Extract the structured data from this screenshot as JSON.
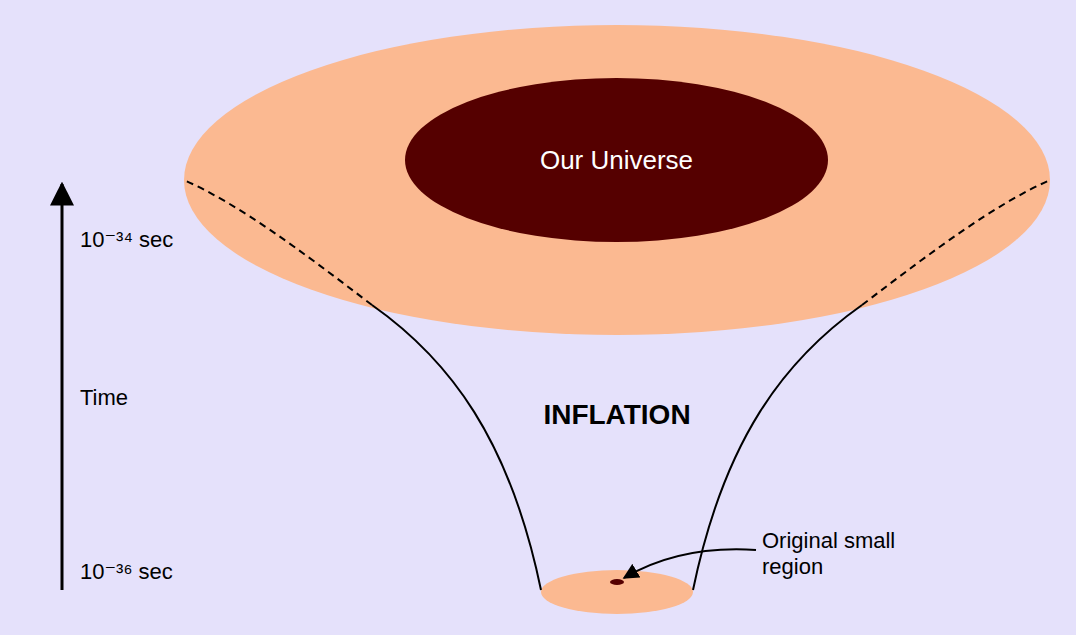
{
  "diagram": {
    "nodes": [
      {
        "text": [
          "Our Universe"
        ]
      }
    ],
    "labels": [
      "10⁻³⁴ sec",
      "Time",
      "INFLATION",
      "Original small region",
      "10⁻³⁶ sec"
    ]
  }
}
